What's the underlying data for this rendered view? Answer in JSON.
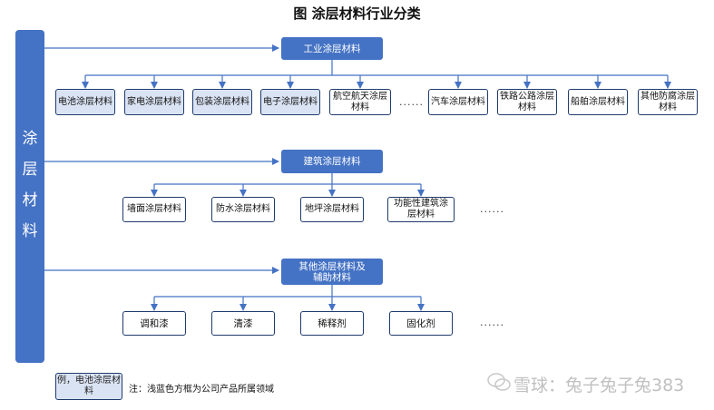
{
  "title": "图  涂层材料行业分类",
  "left_label": [
    "涂",
    "层",
    "材",
    "料"
  ],
  "branch1": {
    "header": "工业涂层材料",
    "items": [
      {
        "label": "电池涂层材料",
        "highlight": true
      },
      {
        "label": "家电涂层材料",
        "highlight": true
      },
      {
        "label": "包装涂层材料",
        "highlight": true
      },
      {
        "label": "电子涂层材料",
        "highlight": true
      },
      {
        "label": "航空航天涂层材料",
        "highlight": false
      },
      {
        "label": "汽车涂层材料",
        "highlight": false
      },
      {
        "label": "铁路公路涂层材料",
        "highlight": false
      },
      {
        "label": "船舶涂层材料",
        "highlight": false
      },
      {
        "label": "其他防腐涂层材料",
        "highlight": false
      }
    ],
    "ellipsis": "......"
  },
  "branch2": {
    "header": "建筑涂层材料",
    "items": [
      "墙面涂层材料",
      "防水涂层材料",
      "地坪涂层材料",
      "功能性建筑涂层材料"
    ],
    "ellipsis": "......"
  },
  "branch3": {
    "header": "其他涂层材料及辅助材料",
    "items": [
      "调和漆",
      "清漆",
      "稀释剂",
      "固化剂"
    ],
    "ellipsis": "......"
  },
  "legend": {
    "example_label": "例，电池涂层材料",
    "note": "注：浅蓝色方框为公司产品所属领域"
  },
  "watermark": "雪球：兔子兔子兔383",
  "colors": {
    "accent": "#4472c4",
    "highlight_fill": "#dae3f3",
    "border": "#1f3b6e",
    "watermark": "#c0c0c0"
  }
}
